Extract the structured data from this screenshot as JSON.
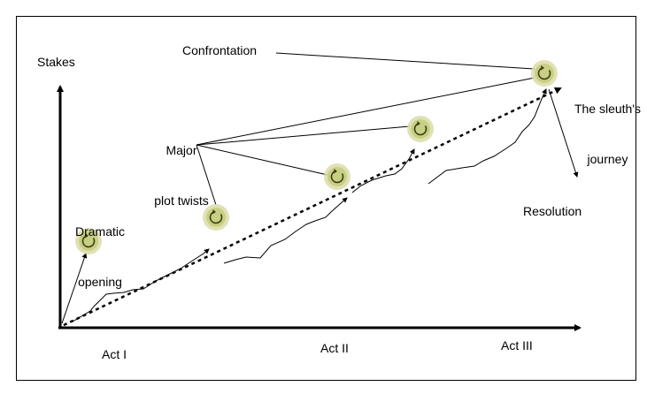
{
  "axes": {
    "y_label": "Stakes",
    "x_labels": {
      "act1": "Act I",
      "act2": "Act II",
      "act3": "Act III"
    }
  },
  "labels": {
    "confrontation": "Confrontation",
    "sleuth_line1": "The sleuth's",
    "sleuth_line2": "journey",
    "major_line1": "Major",
    "major_line2": "plot twists",
    "dramatic_line1": "Dramatic",
    "dramatic_line2": "opening",
    "resolution": "Resolution"
  },
  "icons": {
    "event_marker": "circular-arrow-icon"
  },
  "colors": {
    "marker_fill": "#dcdcaa",
    "marker_inner": "#c8cf84",
    "marker_arrow": "#3a3d10",
    "line": "#000000"
  }
}
